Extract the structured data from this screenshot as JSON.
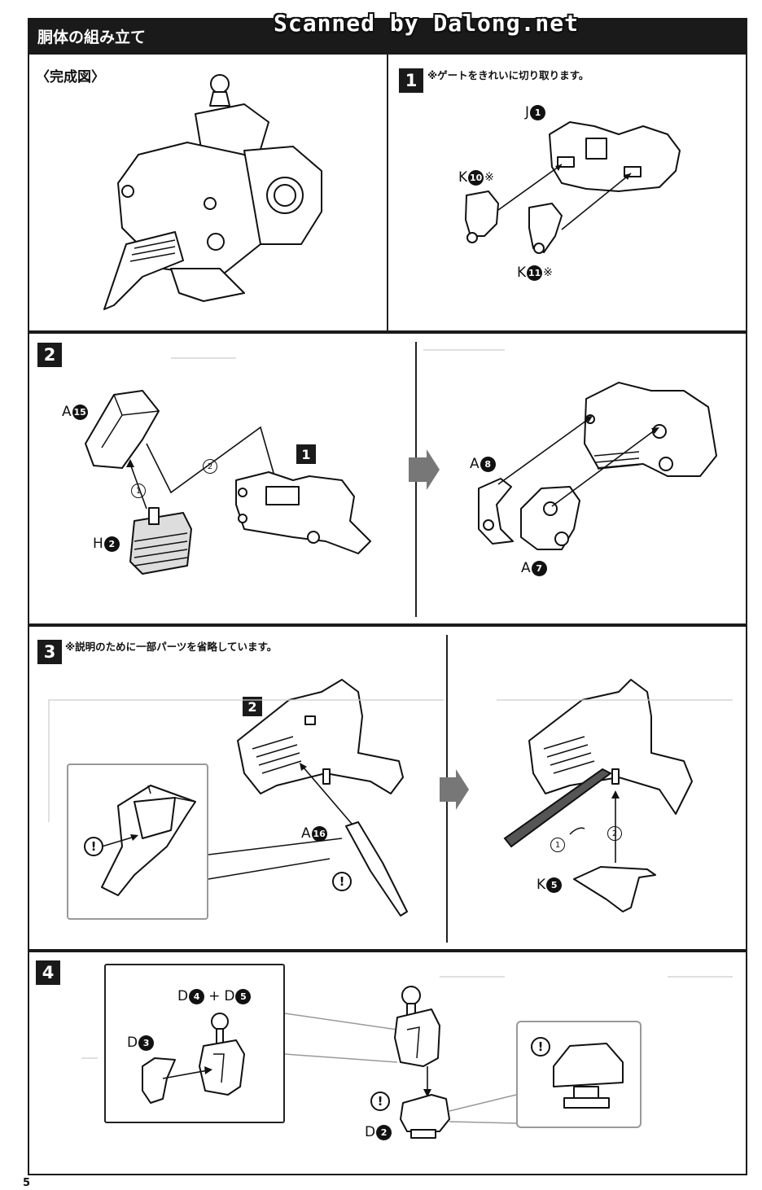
{
  "watermark": "Scanned by Dalong.net",
  "section_title": "胴体の組み立て",
  "completed": {
    "label": "〈完成図〉"
  },
  "step1": {
    "number": "1",
    "note": "※ゲートをきれいに切り取ります。",
    "parts": [
      {
        "letter": "J",
        "num": "1",
        "suffix": ""
      },
      {
        "letter": "K",
        "num": "10",
        "suffix": "※"
      },
      {
        "letter": "K",
        "num": "11",
        "suffix": "※"
      }
    ]
  },
  "step2": {
    "number": "2",
    "ref_step": "1",
    "parts": [
      {
        "letter": "A",
        "num": "15"
      },
      {
        "letter": "H",
        "num": "2"
      },
      {
        "letter": "A",
        "num": "8"
      },
      {
        "letter": "A",
        "num": "7"
      }
    ],
    "order": [
      "1",
      "2"
    ]
  },
  "step3": {
    "number": "3",
    "note": "※説明のために一部パーツを省略しています。",
    "ref_step": "2",
    "parts": [
      {
        "letter": "A",
        "num": "16"
      },
      {
        "letter": "K",
        "num": "5"
      }
    ],
    "order": [
      "1",
      "2"
    ],
    "warning": "!"
  },
  "step4": {
    "number": "4",
    "combo": {
      "a_letter": "D",
      "a_num": "4",
      "plus": "+",
      "b_letter": "D",
      "b_num": "5"
    },
    "parts": [
      {
        "letter": "D",
        "num": "3"
      },
      {
        "letter": "D",
        "num": "2"
      }
    ],
    "warning": "!"
  },
  "page_number": "5"
}
